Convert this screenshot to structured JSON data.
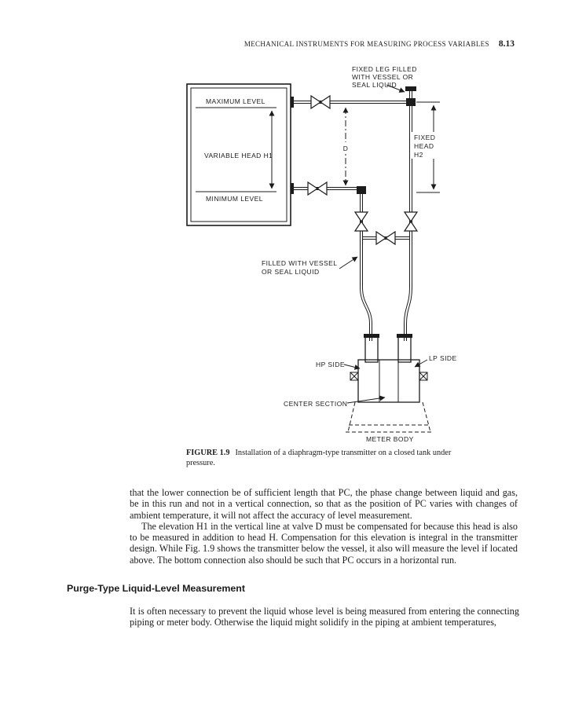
{
  "colors": {
    "paper": "#ffffff",
    "ink": "#1c1c1c"
  },
  "header": {
    "running_title": "MECHANICAL INSTRUMENTS FOR MEASURING PROCESS VARIABLES",
    "page_number": "8.13"
  },
  "figure": {
    "caption_tag": "FIGURE 1.9",
    "caption_text": "Installation of a diaphragm-type transmitter on a closed tank under pressure.",
    "labels": {
      "fixed_leg_1": "FIXED LEG FILLED",
      "fixed_leg_2": "WITH VESSEL OR",
      "fixed_leg_3": "SEAL LIQUID",
      "maximum_level": "MAXIMUM LEVEL",
      "variable_head": "VARIABLE HEAD H1",
      "minimum_level": "MINIMUM LEVEL",
      "dim_d": "D",
      "fixed_head_1": "FIXED",
      "fixed_head_2": "HEAD",
      "fixed_head_3": "H2",
      "filled_1": "FILLED WITH VESSEL",
      "filled_2": "OR SEAL LIQUID",
      "hp_side": "HP SIDE",
      "lp_side": "LP SIDE",
      "center_section": "CENTER SECTION",
      "meter_body": "METER BODY"
    }
  },
  "body": {
    "para1": "that the lower connection be of sufficient length that PC, the phase change between liquid and gas, be in this run and not in a vertical connection, so that as the position of PC varies with changes of ambient temperature, it will not affect the accuracy of level measurement.",
    "para2": "The elevation H1 in the vertical line at valve D must be compensated for because this head is also to be measured in addition to head H. Compensation for this elevation is integral in the transmitter design. While Fig. 1.9 shows the transmitter below the vessel, it also will measure the level if located above. The bottom connection also should be such that PC occurs in a horizontal run.",
    "section_heading": "Purge-Type Liquid-Level Measurement",
    "para3": "It is often necessary to prevent the liquid whose level is being measured from entering the connecting piping or meter body. Otherwise the liquid might solidify in the piping at ambient temperatures,"
  }
}
